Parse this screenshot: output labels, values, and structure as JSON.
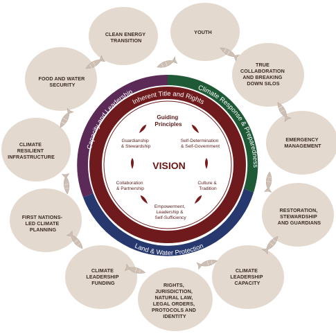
{
  "petals": [
    {
      "id": "clean-energy",
      "lines": [
        "CLEAN ENERGY",
        "TRANSITION"
      ]
    },
    {
      "id": "youth",
      "lines": [
        "YOUTH"
      ]
    },
    {
      "id": "true-collaboration",
      "lines": [
        "TRUE",
        "COLLABORATION",
        "AND BREAKING",
        "DOWN SILOS"
      ]
    },
    {
      "id": "emergency-management",
      "lines": [
        "EMERGENCY",
        "MANAGEMENT"
      ]
    },
    {
      "id": "restoration",
      "lines": [
        "RESTORATION,",
        "STEWARDSHIP",
        "AND GUARDIANS"
      ]
    },
    {
      "id": "climate-leadership-capacity",
      "lines": [
        "CLIMATE",
        "LEADERSHIP",
        "CAPACITY"
      ]
    },
    {
      "id": "rights-jurisdiction",
      "lines": [
        "RIGHTS,",
        "JURISDICTION,",
        "NATURAL LAW,",
        "LEGAL ORDERS,",
        "PROTOCOLS AND",
        "IDENTITY"
      ]
    },
    {
      "id": "climate-leadership-funding",
      "lines": [
        "CLIMATE",
        "LEADERSHIP",
        "FUNDING"
      ]
    },
    {
      "id": "first-nations-planning",
      "lines": [
        "FIRST NATIONS-",
        "LED CLIMATE",
        "PLANNING"
      ]
    },
    {
      "id": "climate-resilient-infrastructure",
      "lines": [
        "CLIMATE",
        "RESILIENT",
        "INFRASTRUCTURE"
      ]
    },
    {
      "id": "food-water-security",
      "lines": [
        "FOOD AND WATER",
        "SECURITY"
      ]
    }
  ],
  "ring": {
    "capacity": "Capacity and Leadership",
    "climate_response": "Climate Response & Preparedness",
    "land_water": "Land & Water Protection",
    "inherent": "Inherent Title and Rights"
  },
  "center": {
    "guiding": [
      "Guiding",
      "Principles"
    ],
    "vision": "VISION",
    "principles": [
      {
        "id": "guardianship",
        "lines": [
          "Guardianship",
          "& Stewardship"
        ]
      },
      {
        "id": "self-determination",
        "lines": [
          "Self-Determination",
          "& Self-Government"
        ]
      },
      {
        "id": "collaboration",
        "lines": [
          "Collaboration",
          "& Partnership"
        ]
      },
      {
        "id": "culture",
        "lines": [
          "Culture &",
          "Tradition"
        ]
      },
      {
        "id": "empowerment",
        "lines": [
          "Empowerment,",
          "Leadership &",
          "Self-Sufficiency"
        ]
      }
    ]
  },
  "colors": {
    "petal": "#e3d9cf",
    "fish": "#cdbfb3",
    "purple": "#5b2a57",
    "green": "#1e5a36",
    "navy": "#26386e",
    "maroon": "#6f1a1c",
    "feather": "#7a1b1b"
  }
}
